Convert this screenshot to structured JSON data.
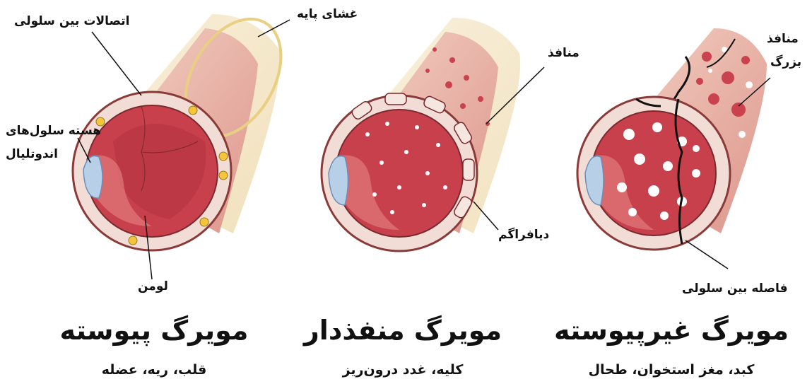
{
  "panels": [
    {
      "title": "مویرگ پیوسته",
      "subtitle": "قلب، ریه، عضله",
      "labels": {
        "junctions": "اتصالات بین سلولی",
        "basement": "غشای پایه",
        "nucleus_1": "هسته سلول‌های",
        "nucleus_2": "اندوتلیال",
        "lumen": "لومن"
      }
    },
    {
      "title": "مویرگ منفذدار",
      "subtitle": "کلیه، غدد درون‌ریز",
      "labels": {
        "pores": "منافذ",
        "diaphragm": "دیافراگم"
      }
    },
    {
      "title": "مویرگ غیرپیوسته",
      "subtitle": "کبد، مغز استخوان، طحال",
      "labels": {
        "large_pores_1": "منافذ",
        "large_pores_2": "بزرگ",
        "gap": "فاصله بین سلولی"
      }
    }
  ],
  "colors": {
    "vessel_wall": "#f2ddd6",
    "lumen_red": "#c8404b",
    "lumen_dark": "#b33440",
    "tube_pink": "#e2a49a",
    "basement_yellow": "#f0e2a8",
    "nucleus_blue": "#b8cfe8",
    "yellow_dot": "#f3c53a",
    "pore_red": "#c9424e"
  }
}
